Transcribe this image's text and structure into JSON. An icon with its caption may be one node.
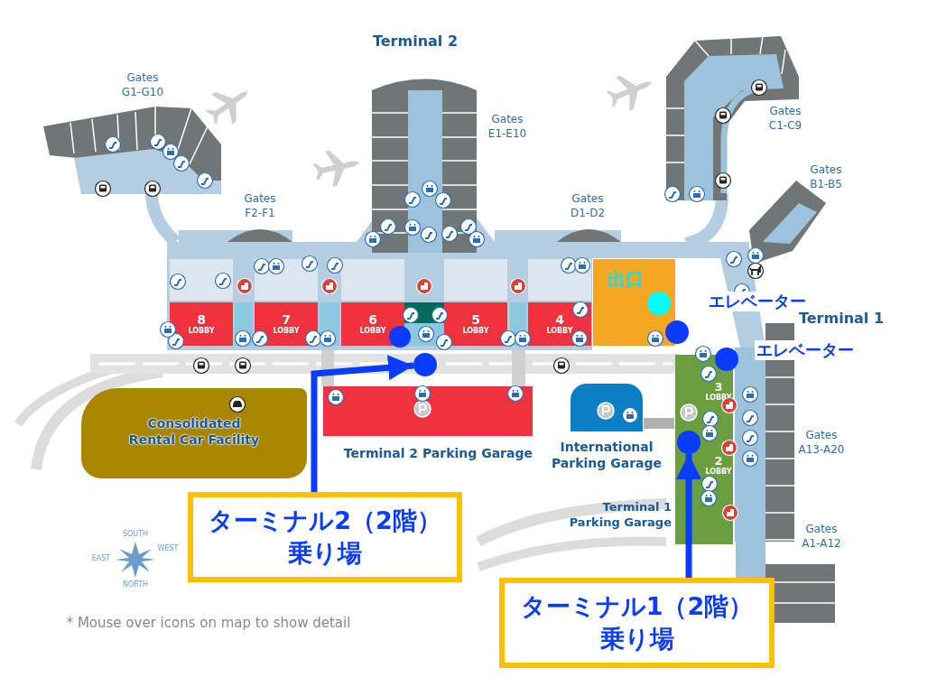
{
  "diagram": {
    "nodes": [
      {
        "text": [
          "出口"
        ]
      },
      {
        "text": [],
        "shape": "circle",
        "in": 0
      },
      {
        "text": [],
        "shape": "circle",
        "beside": [
          "エレベーター"
        ]
      },
      {
        "text": [
          "8",
          "LOBBY"
        ]
      },
      {
        "text": [
          "7",
          "LOBBY"
        ]
      },
      {
        "text": [
          "6",
          "LOBBY"
        ]
      },
      {
        "text": [
          "5",
          "LOBBY"
        ]
      },
      {
        "text": [
          "4",
          "LOBBY"
        ]
      },
      {
        "text": [],
        "shape": "circle"
      },
      {
        "text": [],
        "shape": "circle",
        "beside": [
          "エレベーター"
        ]
      },
      {
        "text": [],
        "shape": "circle"
      },
      {
        "text": [
          "Terminal 1 Parking Garage"
        ]
      },
      {
        "text": [
          "3",
          "LOBBY"
        ],
        "in": 11
      },
      {
        "text": [
          "Terminal 2 Parking Garage"
        ]
      },
      {
        "text": [
          "Consolidated Rental Car Facility"
        ]
      },
      {
        "text": [
          "International Parking Garage"
        ]
      },
      {
        "text": [],
        "shape": "circle",
        "in": 11
      },
      {
        "text": [
          "2",
          "LOBBY"
        ],
        "in": 11
      },
      {
        "text": [
          "ターミナル2（2階）",
          "乗り場"
        ]
      },
      {
        "text": [
          "ターミナル1（2階）",
          "乗り場"
        ]
      }
    ],
    "edges": [
      {
        "from": 18,
        "to": 10,
        "arrow": "to"
      },
      {
        "from": 19,
        "to": 16,
        "arrow": "to"
      }
    ],
    "labels": [
      "Terminal 2",
      "Gates G1-G10",
      "Gates C1-C9",
      "Gates E1-E10",
      "Gates B1-B5",
      "Gates F2-F1",
      "Gates D1-D2",
      "Terminal 1",
      "Gates A13-A20",
      "Gates A1-A12",
      "SOUTH",
      "WEST",
      "EAST",
      "NORTH",
      "* Mouse over icons on map to show detail"
    ]
  }
}
